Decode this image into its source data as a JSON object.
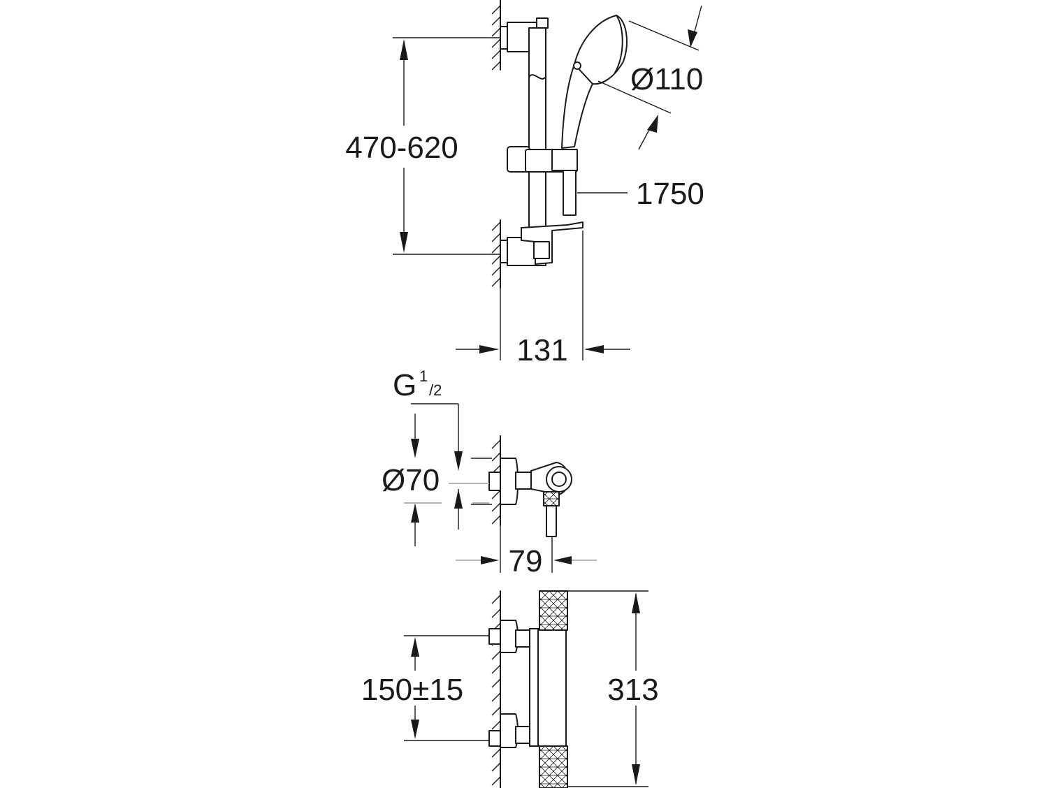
{
  "labels": {
    "rail_spacing": "470-620",
    "head_diameter": "Ø110",
    "hose_length": "1750",
    "projection_rail": "131",
    "thread_main": "G",
    "thread_num": "1",
    "thread_den": "/2",
    "rosette_diameter": "Ø70",
    "projection_mixer": "79",
    "inlet_spacing": "150±15",
    "mixer_height": "313"
  },
  "colors": {
    "line": "#1a1a1a",
    "background": "#ffffff"
  }
}
